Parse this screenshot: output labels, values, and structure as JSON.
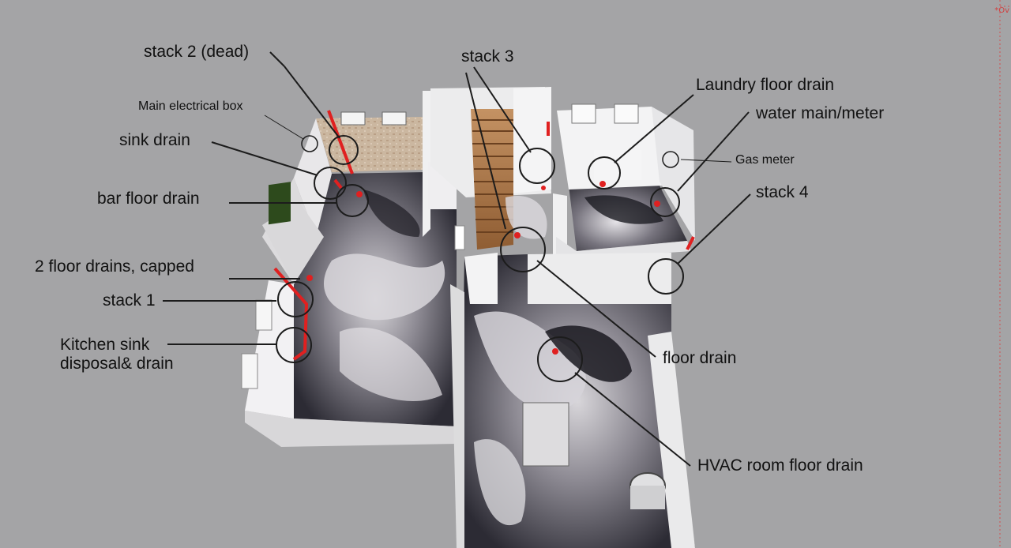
{
  "labels": {
    "stack2": "stack 2 (dead)",
    "main_electrical_box": "Main electrical box",
    "sink_drain": "sink drain",
    "bar_floor_drain": "bar floor drain",
    "floor_drains_capped": "2 floor drains, capped",
    "stack1": "stack 1",
    "kitchen_sink_line1": "Kitchen sink",
    "kitchen_sink_line2": "disposal& drain",
    "stack3": "stack 3",
    "laundry_floor_drain": "Laundry floor drain",
    "water_main_meter": "water main/meter",
    "gas_meter": "Gas meter",
    "stack4": "stack 4",
    "floor_drain": "floor drain",
    "hvac_floor_drain": "HVAC room floor drain"
  },
  "corner_tag": "*Ov",
  "colors": {
    "background": "#a4a4a6",
    "pipe": "#e02020",
    "wall": "#ecebec",
    "floor_dark": "#3a3a44",
    "floor_light": "#c9c7cc",
    "brick": "#c9b49c",
    "stairs": "#b5804e",
    "callout_line": "#222222"
  }
}
